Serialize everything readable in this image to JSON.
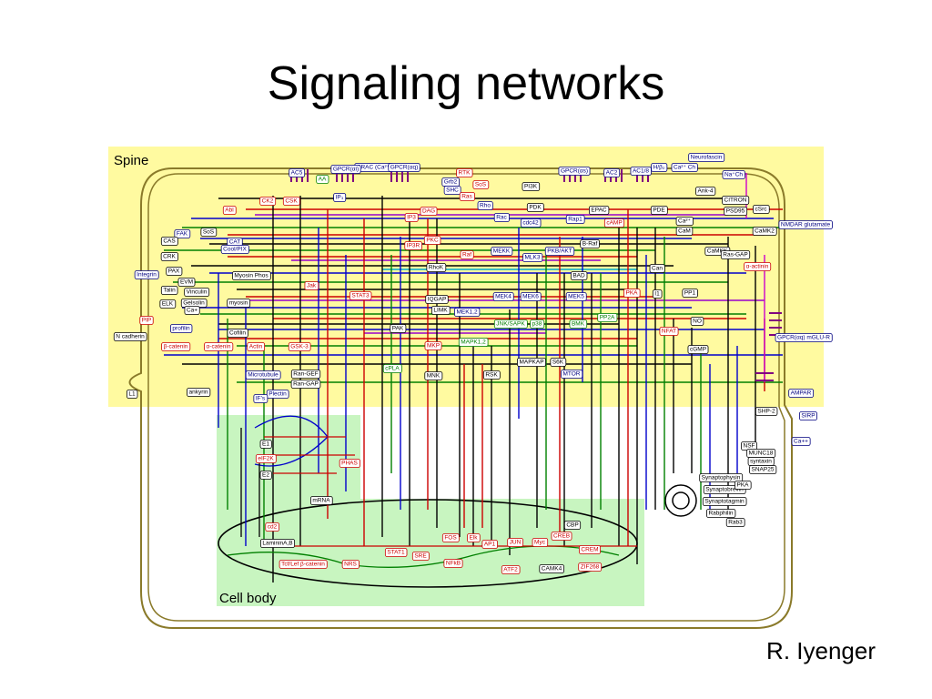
{
  "slide": {
    "title": "Signaling networks",
    "author": "R. Iyenger"
  },
  "regions": {
    "spine": "Spine",
    "cell_body": "Cell body"
  },
  "colors": {
    "spine_fill": "#fffaa0",
    "cell_body_fill": "#c8f5c0",
    "cell_outline": "#8a7a2a",
    "nucleus_outline": "#000000"
  },
  "nodes": [
    {
      "id": "neurofascin",
      "label": "Neurofascin",
      "color": "#000080"
    },
    {
      "id": "ca-ch",
      "label": "Ca²⁺ Ch",
      "color": "#000080"
    },
    {
      "id": "na-ch",
      "label": "Na⁺Ch",
      "color": "#000080"
    },
    {
      "id": "crac",
      "label": "CRAC (Ca²⁺)",
      "color": "#000080"
    },
    {
      "id": "gpcr-ai",
      "label": "GPCR(αi)",
      "color": "#000080"
    },
    {
      "id": "gpcr-as",
      "label": "GPCR(αs)",
      "color": "#000080"
    },
    {
      "id": "gpcr-aq",
      "label": "GPCR(αq)",
      "color": "#000080"
    },
    {
      "id": "ac5",
      "label": "AC5",
      "color": "#000080"
    },
    {
      "id": "ac1",
      "label": "AC1/8",
      "color": "#000080"
    },
    {
      "id": "ac2",
      "label": "AC2",
      "color": "#000080"
    },
    {
      "id": "rtk",
      "label": "RTK",
      "color": "#cc0000"
    },
    {
      "id": "h-b2",
      "label": "H/β₂",
      "color": "#000080"
    },
    {
      "id": "ank-4",
      "label": "Ank-4",
      "color": "#000000"
    },
    {
      "id": "citron",
      "label": "CITRON",
      "color": "#000000"
    },
    {
      "id": "psd95",
      "label": "PSD95",
      "color": "#000000"
    },
    {
      "id": "csrc",
      "label": "cSrc",
      "color": "#000000"
    },
    {
      "id": "camk2",
      "label": "CaMK2",
      "color": "#000000"
    },
    {
      "id": "nmdar",
      "label": "NMDAR glutamate",
      "color": "#000080"
    },
    {
      "id": "camkk",
      "label": "CaMKK",
      "color": "#000000"
    },
    {
      "id": "ras-gap",
      "label": "Ras-GAP",
      "color": "#000000"
    },
    {
      "id": "alpha-actinin",
      "label": "α-actinin",
      "color": "#cc0000"
    },
    {
      "id": "cam",
      "label": "CaM",
      "color": "#000000"
    },
    {
      "id": "ca2",
      "label": "Ca²⁺",
      "color": "#000000"
    },
    {
      "id": "pde",
      "label": "PDE",
      "color": "#000000"
    },
    {
      "id": "camp",
      "label": "cAMP",
      "color": "#cc0000"
    },
    {
      "id": "epac",
      "label": "EPAC",
      "color": "#000000"
    },
    {
      "id": "rap1",
      "label": "Rap1",
      "color": "#000080"
    },
    {
      "id": "b-raf",
      "label": "B-Raf",
      "color": "#000000"
    },
    {
      "id": "pi3k",
      "label": "PI3K",
      "color": "#000000"
    },
    {
      "id": "pkb-akt",
      "label": "PKB/AKT",
      "color": "#000080"
    },
    {
      "id": "bad",
      "label": "BAD",
      "color": "#000000"
    },
    {
      "id": "pdk",
      "label": "PDK",
      "color": "#000000"
    },
    {
      "id": "grb2",
      "label": "Grb2",
      "color": "#000080"
    },
    {
      "id": "shc",
      "label": "SHC",
      "color": "#000080"
    },
    {
      "id": "sos",
      "label": "SoS",
      "color": "#cc0000"
    },
    {
      "id": "ras",
      "label": "Ras",
      "color": "#cc0000"
    },
    {
      "id": "rho",
      "label": "Rho",
      "color": "#000080"
    },
    {
      "id": "rac",
      "label": "Rac",
      "color": "#000080"
    },
    {
      "id": "cdc42",
      "label": "cdc42",
      "color": "#000080"
    },
    {
      "id": "dag",
      "label": "DAG",
      "color": "#cc0000"
    },
    {
      "id": "ip3",
      "label": "IP3",
      "color": "#cc0000"
    },
    {
      "id": "ip3r",
      "label": "IP3R",
      "color": "#cc0000"
    },
    {
      "id": "pkc",
      "label": "PKC",
      "color": "#cc0000"
    },
    {
      "id": "raf",
      "label": "Raf",
      "color": "#cc0000"
    },
    {
      "id": "mekk",
      "label": "MEKK",
      "color": "#000080"
    },
    {
      "id": "mlk3",
      "label": "MLK3",
      "color": "#000080"
    },
    {
      "id": "rhok",
      "label": "RhoK",
      "color": "#000000"
    },
    {
      "id": "mek4",
      "label": "MEK4",
      "color": "#000080"
    },
    {
      "id": "mek6",
      "label": "MEK6",
      "color": "#000080"
    },
    {
      "id": "mek5",
      "label": "MEK5",
      "color": "#000080"
    },
    {
      "id": "mek12",
      "label": "MEK1,2",
      "color": "#000080"
    },
    {
      "id": "limk",
      "label": "LIMK",
      "color": "#000000"
    },
    {
      "id": "iqgap",
      "label": "IQGAP",
      "color": "#000000"
    },
    {
      "id": "jnk",
      "label": "JNK/SAPK",
      "color": "#008000"
    },
    {
      "id": "p38",
      "label": "p38",
      "color": "#008000"
    },
    {
      "id": "bmk",
      "label": "BMK",
      "color": "#008000"
    },
    {
      "id": "pp2a",
      "label": "PP2A",
      "color": "#008000"
    },
    {
      "id": "pak",
      "label": "PAK",
      "color": "#000000"
    },
    {
      "id": "mapk12",
      "label": "MAPK1,2",
      "color": "#008000"
    },
    {
      "id": "mkp",
      "label": "MKP",
      "color": "#cc0000"
    },
    {
      "id": "mapkap",
      "label": "MAPKAP",
      "color": "#000000"
    },
    {
      "id": "s6k",
      "label": "S6K",
      "color": "#000000"
    },
    {
      "id": "rsk",
      "label": "RSK",
      "color": "#000000"
    },
    {
      "id": "mtor",
      "label": "MTOR",
      "color": "#000080"
    },
    {
      "id": "mnk",
      "label": "MNK",
      "color": "#000000"
    },
    {
      "id": "cpla",
      "label": "cPLA",
      "color": "#008000"
    },
    {
      "id": "pka",
      "label": "PKA",
      "color": "#cc0000"
    },
    {
      "id": "can",
      "label": "Can",
      "color": "#000000"
    },
    {
      "id": "pp1",
      "label": "PP1",
      "color": "#000000"
    },
    {
      "id": "i1",
      "label": "I1",
      "color": "#000000"
    },
    {
      "id": "nfat",
      "label": "NFAT",
      "color": "#cc0000"
    },
    {
      "id": "no",
      "label": "NO",
      "color": "#000000"
    },
    {
      "id": "cgmp",
      "label": "cGMP",
      "color": "#000000"
    },
    {
      "id": "gpcr-mglur",
      "label": "GPCR(αq) mGLU-R",
      "color": "#000080"
    },
    {
      "id": "ampar",
      "label": "AMPAR",
      "color": "#000080"
    },
    {
      "id": "shp2",
      "label": "SHP-2",
      "color": "#000000"
    },
    {
      "id": "sirp",
      "label": "SIRP",
      "color": "#000080"
    },
    {
      "id": "ca-plus",
      "label": "Ca++",
      "color": "#000080"
    },
    {
      "id": "nsf",
      "label": "NSF",
      "color": "#000000"
    },
    {
      "id": "munc18",
      "label": "MUNC18",
      "color": "#000000"
    },
    {
      "id": "syntaxin",
      "label": "syntaxin",
      "color": "#000000"
    },
    {
      "id": "snap25",
      "label": "SNAP25",
      "color": "#000000"
    },
    {
      "id": "synaptophysin",
      "label": "Synaptophysin",
      "color": "#000000"
    },
    {
      "id": "synaptobrevin",
      "label": "Synaptobrevin",
      "color": "#000000"
    },
    {
      "id": "synaptotagmin",
      "label": "Synaptotagmin",
      "color": "#000000"
    },
    {
      "id": "rabphilin",
      "label": "Rabphilin",
      "color": "#000000"
    },
    {
      "id": "rab3",
      "label": "Rab3",
      "color": "#000000"
    },
    {
      "id": "pka2",
      "label": "PKA",
      "color": "#000000"
    },
    {
      "id": "fak",
      "label": "FAK",
      "color": "#000080"
    },
    {
      "id": "cas",
      "label": "CAS",
      "color": "#000000"
    },
    {
      "id": "crk",
      "label": "CRK",
      "color": "#000000"
    },
    {
      "id": "sos2",
      "label": "SoS",
      "color": "#000000"
    },
    {
      "id": "cat",
      "label": "CAT",
      "color": "#000080"
    },
    {
      "id": "cool-pix",
      "label": "Cool/PIX",
      "color": "#000080"
    },
    {
      "id": "integrin",
      "label": "Integrin",
      "color": "#000080"
    },
    {
      "id": "paxillin",
      "label": "PAX",
      "color": "#000000"
    },
    {
      "id": "evm",
      "label": "EVM",
      "color": "#000000"
    },
    {
      "id": "talin",
      "label": "Talin",
      "color": "#000000"
    },
    {
      "id": "vinculin",
      "label": "Vinculin",
      "color": "#000000"
    },
    {
      "id": "elk",
      "label": "ELK",
      "color": "#000000"
    },
    {
      "id": "gelsolin",
      "label": "Gelsolin",
      "color": "#000000"
    },
    {
      "id": "ca-small",
      "label": "Ca+",
      "color": "#000000"
    },
    {
      "id": "pip2",
      "label": "PIP",
      "color": "#cc0000"
    },
    {
      "id": "profilin",
      "label": "profilin",
      "color": "#000080"
    },
    {
      "id": "cofilin",
      "label": "Cofilin",
      "color": "#000000"
    },
    {
      "id": "myosin",
      "label": "myosin",
      "color": "#000000"
    },
    {
      "id": "myosin-phos",
      "label": "Myosin Phos",
      "color": "#000000"
    },
    {
      "id": "jak",
      "label": "Jak",
      "color": "#cc0000"
    },
    {
      "id": "stat3",
      "label": "STAT3",
      "color": "#cc0000"
    },
    {
      "id": "n-cadherin",
      "label": "N cadherin",
      "color": "#000000"
    },
    {
      "id": "b-catenin",
      "label": "β-catenin",
      "color": "#cc0000"
    },
    {
      "id": "a-catenin",
      "label": "α-catenin",
      "color": "#cc0000"
    },
    {
      "id": "actin",
      "label": "Actin",
      "color": "#cc0000"
    },
    {
      "id": "gsk3",
      "label": "GSK-3",
      "color": "#cc0000"
    },
    {
      "id": "l1",
      "label": "L1",
      "color": "#000000"
    },
    {
      "id": "ankyrin",
      "label": "ankyrin",
      "color": "#000000"
    },
    {
      "id": "microtubule",
      "label": "Microtubule",
      "color": "#000080"
    },
    {
      "id": "ran-gef",
      "label": "Ran-GEF",
      "color": "#000000"
    },
    {
      "id": "ran-gap",
      "label": "Ran-GAP",
      "color": "#000000"
    },
    {
      "id": "plectin",
      "label": "Plectin",
      "color": "#000080"
    },
    {
      "id": "ifs",
      "label": "IF's",
      "color": "#000080"
    },
    {
      "id": "ck2",
      "label": "CK2",
      "color": "#cc0000"
    },
    {
      "id": "csk",
      "label": "CSK",
      "color": "#cc0000"
    },
    {
      "id": "abl",
      "label": "Abl",
      "color": "#cc0000"
    },
    {
      "id": "ips",
      "label": "IP₃",
      "color": "#000080"
    },
    {
      "id": "aa",
      "label": "AA",
      "color": "#008000"
    },
    {
      "id": "eif2k",
      "label": "eIF2K",
      "color": "#cc0000"
    },
    {
      "id": "phas",
      "label": "PHAS",
      "color": "#cc0000"
    },
    {
      "id": "e1",
      "label": "E1",
      "color": "#000000"
    },
    {
      "id": "e2",
      "label": "E2",
      "color": "#000000"
    },
    {
      "id": "mrna",
      "label": "mRNA",
      "color": "#000000"
    },
    {
      "id": "cd2",
      "label": "cd2",
      "color": "#cc0000"
    },
    {
      "id": "lamina",
      "label": "LamininA,B",
      "color": "#000000"
    },
    {
      "id": "tcf-lef",
      "label": "Tcf/Lef β-catenin",
      "color": "#cc0000"
    },
    {
      "id": "nrs",
      "label": "NRS",
      "color": "#cc0000"
    },
    {
      "id": "stat1",
      "label": "STAT1",
      "color": "#cc0000"
    },
    {
      "id": "src",
      "label": "SRE",
      "color": "#cc0000"
    },
    {
      "id": "nfkb",
      "label": "NFkB",
      "color": "#cc0000"
    },
    {
      "id": "fos",
      "label": "FOS",
      "color": "#cc0000"
    },
    {
      "id": "elk1",
      "label": "Elk",
      "color": "#cc0000"
    },
    {
      "id": "ap1",
      "label": "AP1",
      "color": "#cc0000"
    },
    {
      "id": "jun",
      "label": "JUN",
      "color": "#cc0000"
    },
    {
      "id": "myc",
      "label": "Myc",
      "color": "#cc0000"
    },
    {
      "id": "creb",
      "label": "CREB",
      "color": "#cc0000"
    },
    {
      "id": "crem",
      "label": "CREM",
      "color": "#cc0000"
    },
    {
      "id": "cbp",
      "label": "CBP",
      "color": "#000000"
    },
    {
      "id": "atf2",
      "label": "ATF2",
      "color": "#cc0000"
    },
    {
      "id": "camk4",
      "label": "CAMK4",
      "color": "#000000"
    },
    {
      "id": "zif268",
      "label": "ZIF268",
      "color": "#cc0000"
    }
  ]
}
